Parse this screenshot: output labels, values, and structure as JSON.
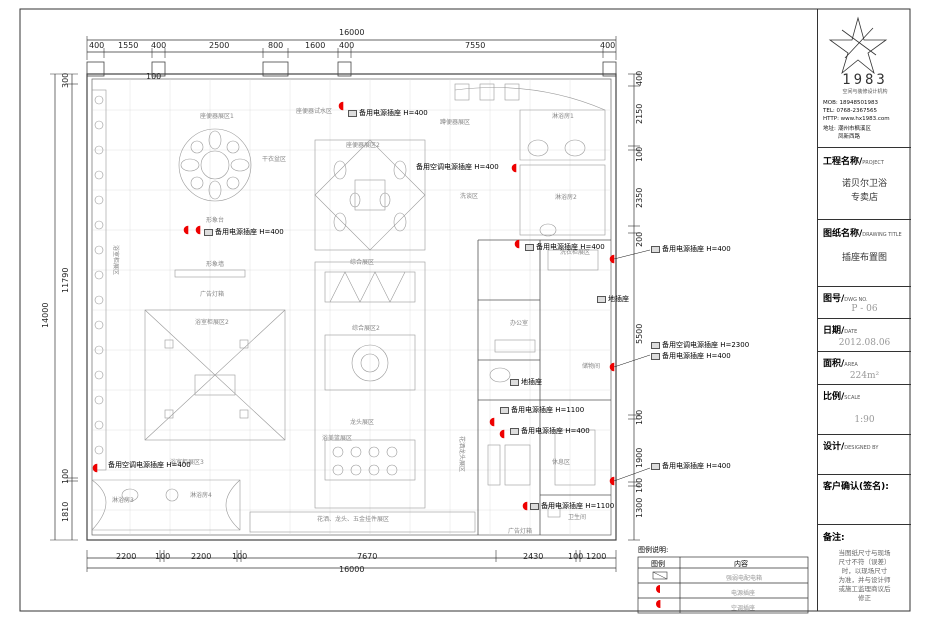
{
  "dimensions": {
    "top_total": "16000",
    "top_segments": [
      "400",
      "1550",
      "400",
      "2500",
      "800",
      "1600",
      "400",
      "7550",
      "400"
    ],
    "top_inner": "100",
    "bottom_segments": [
      "2200",
      "100",
      "2200",
      "100",
      "7670",
      "2430",
      "100",
      "1200"
    ],
    "bottom_total": "16000",
    "left_total": "14000",
    "left_segments": [
      "300",
      "11790",
      "100",
      "1810"
    ],
    "right_segments": [
      "400",
      "2150",
      "100",
      "2350",
      "200",
      "5500",
      "100",
      "1900",
      "100",
      "1300"
    ]
  },
  "zones": [
    "座便器展区1",
    "座便器展区2",
    "座便器试水区",
    "洗谈区",
    "蹲便器展区",
    "淋浴房1",
    "淋浴房2",
    "淋浴房3",
    "淋浴房4",
    "浴室柜展区",
    "浴室柜展区2",
    "浴室柜展区3",
    "综合展区",
    "综合展区2",
    "形象台",
    "形象墙",
    "办公室",
    "储物间",
    "休息区",
    "卫生间",
    "龙头展区",
    "浴美篮展区",
    "花洒、龙头、五金挂件展区",
    "花洒龙头展区",
    "广告灯箱",
    "广告灯箱",
    "干衣盆区",
    "洗衣柜展区"
  ],
  "callouts": [
    {
      "text": "备用电源插座 H=400"
    },
    {
      "text": "备用空调电源插座 H=400"
    },
    {
      "text": "备用电源插座 H=400"
    },
    {
      "text": "备用电源插座 H=400"
    },
    {
      "text": "备用电源插座 H=400"
    },
    {
      "text": "地插座"
    },
    {
      "text": "备用空调电源插座 H=2300"
    },
    {
      "text": "备用电源插座 H=400"
    },
    {
      "text": "地插座"
    },
    {
      "text": "备用电源插座 H=1100"
    },
    {
      "text": "备用电源插座 H=400"
    },
    {
      "text": "备用电源插座 H=400"
    },
    {
      "text": "备用空调电源插座 H=400"
    },
    {
      "text": "备用电源插座 H=1100"
    }
  ],
  "title_block": {
    "logo_text": "1983",
    "logo_sub": "空间与装修设计机构",
    "mob": "MOB: 18948501983",
    "tel": "TEL: 0768-2367565",
    "http": "HTTP: www.hx1983.com",
    "address_label": "地址:",
    "address_1": "潮州市枫溪区",
    "address_2": "凤新西路",
    "project_label": "工程名称/",
    "project_label_en": "PROJECT",
    "project_1": "诺贝尔卫浴",
    "project_2": "专卖店",
    "drawing_label": "图纸名称/",
    "drawing_label_en": "DRAWING TITLE",
    "drawing_value": "插座布置图",
    "dwg_label": "图号/",
    "dwg_label_en": "DWG NO.",
    "dwg_value": "P - 06",
    "date_label": "日期/",
    "date_label_en": "DATE",
    "date_value": "2012.08.06",
    "area_label": "面积/",
    "area_label_en": "AREA",
    "area_value": "224m²",
    "scale_label": "比例/",
    "scale_label_en": "SCALE",
    "scale_value": "1:90",
    "designer_label": "设计/",
    "designer_label_en": "DESIGNED BY",
    "client_label": "客户确认(签名):",
    "notes_label": "备注:",
    "notes_text": [
      "当图纸尺寸与现场",
      "尺寸不符（误差）",
      "时，以现场尺寸",
      "为准，并与设计师",
      "或施工监理商议后",
      "修正"
    ]
  },
  "legend": {
    "title": "图例说明:",
    "col1": "图例",
    "col2": "内容",
    "rows": [
      "强弱电配电箱",
      "电源插座",
      "空调插座"
    ]
  }
}
